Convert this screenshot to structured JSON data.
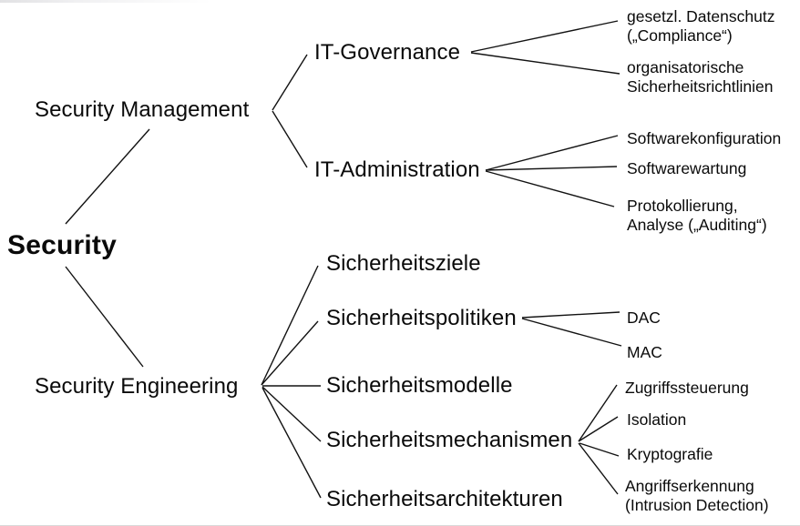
{
  "diagram": {
    "title_hint": "Security taxonomy tree",
    "root": {
      "label": "Security"
    },
    "branches": [
      {
        "label": "Security Management",
        "children": [
          {
            "label": "IT-Governance",
            "children": [
              {
                "label": "gesetzl. Datenschutz\n(„Compliance“)"
              },
              {
                "label": "organisatorische\nSicherheitsrichtlinien"
              }
            ]
          },
          {
            "label": "IT-Administration",
            "children": [
              {
                "label": "Softwarekonfiguration"
              },
              {
                "label": "Softwarewartung"
              },
              {
                "label": "Protokollierung,\nAnalyse („Auditing“)"
              }
            ]
          }
        ]
      },
      {
        "label": "Security Engineering",
        "children": [
          {
            "label": "Sicherheitsziele"
          },
          {
            "label": "Sicherheitspolitiken",
            "children": [
              {
                "label": "DAC"
              },
              {
                "label": "MAC"
              }
            ]
          },
          {
            "label": "Sicherheitsmodelle"
          },
          {
            "label": "Sicherheitsmechanismen",
            "children": [
              {
                "label": "Zugriffssteuerung"
              },
              {
                "label": "Isolation"
              },
              {
                "label": "Kryptografie"
              },
              {
                "label": "Angriffserkennung\n(Intrusion Detection)"
              }
            ]
          },
          {
            "label": "Sicherheitsarchitekturen"
          }
        ]
      }
    ],
    "colors": {
      "text": "#0a0a0a",
      "line": "#121212",
      "background": "#ffffff"
    }
  }
}
